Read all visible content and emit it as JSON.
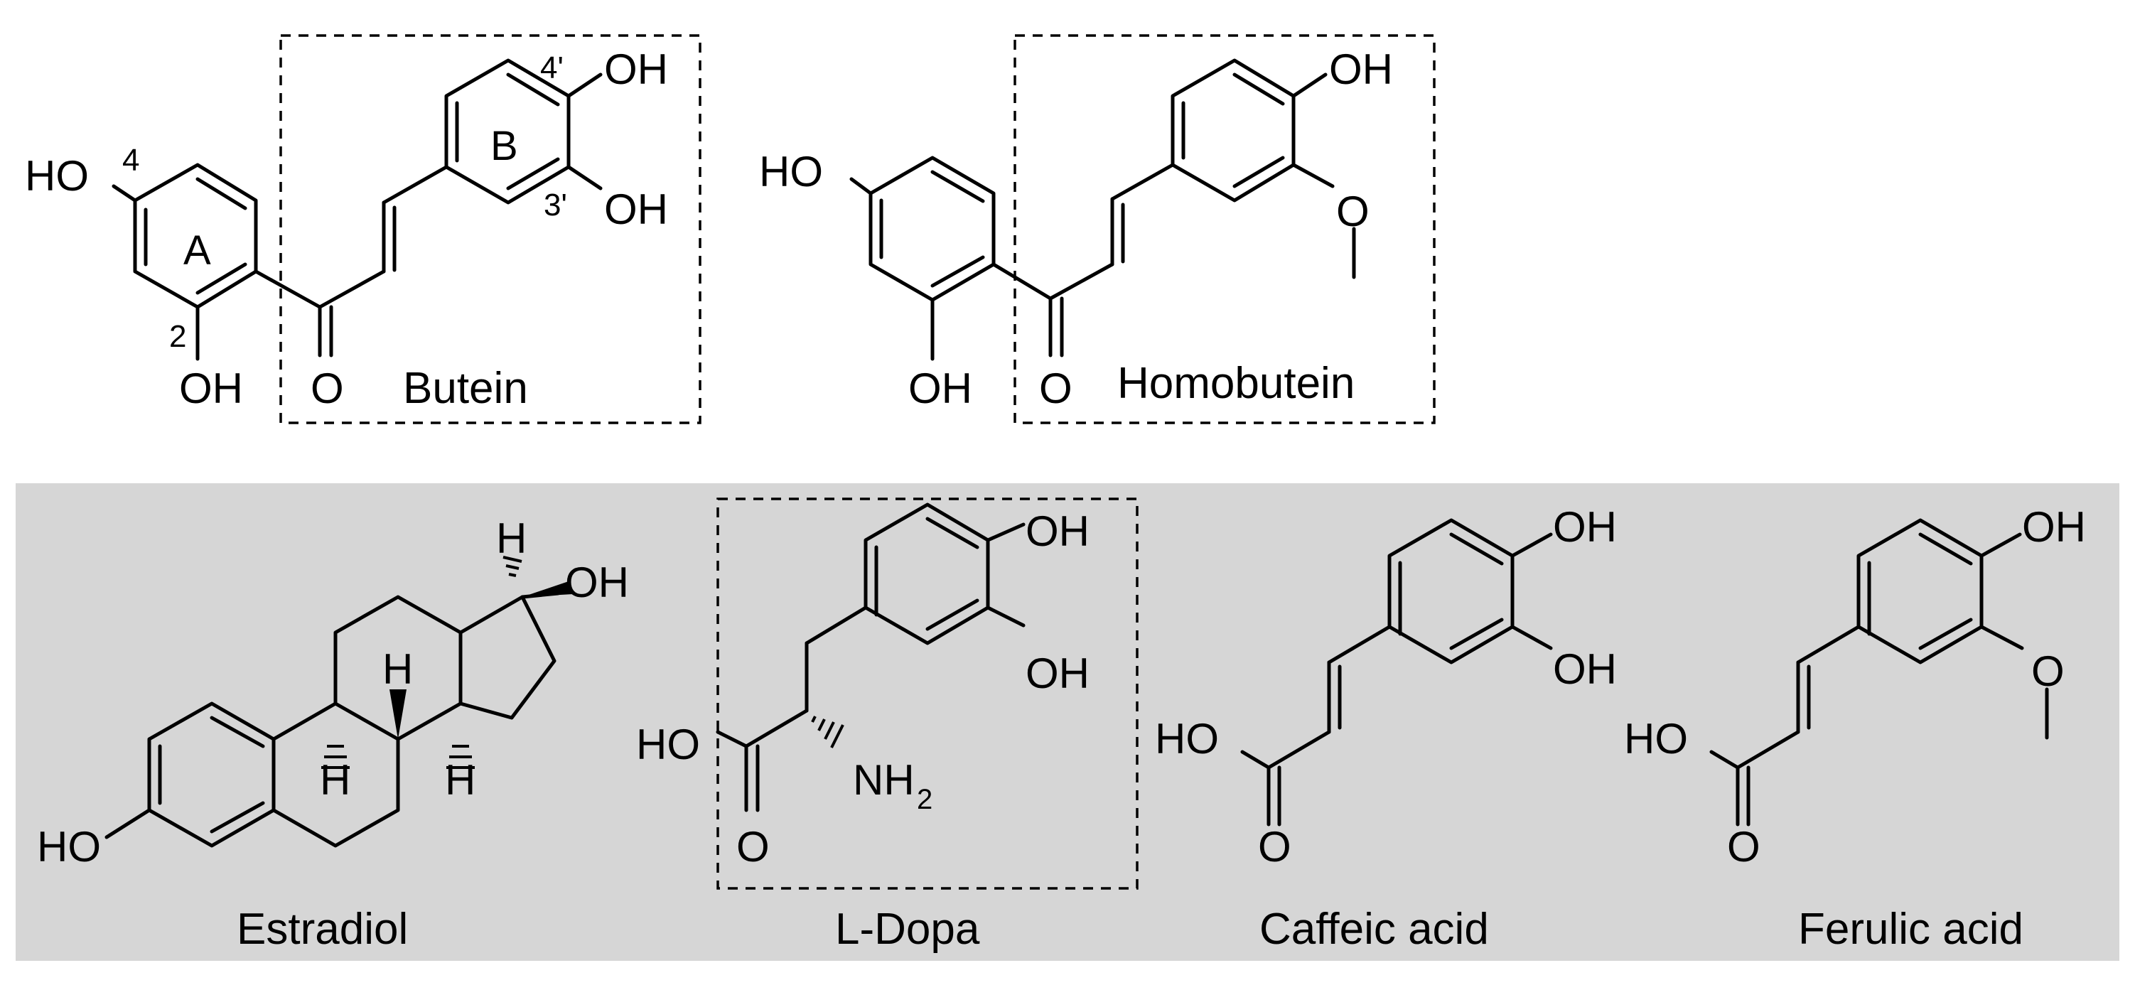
{
  "colors": {
    "panel_background": "#d6d6d6",
    "ink": "#000000",
    "page_background": "#ffffff"
  },
  "butein": {
    "name": "Butein",
    "ring_a": "A",
    "ring_b": "B",
    "pos_4": "4",
    "pos_2": "2",
    "pos_4p": "4'",
    "pos_3p": "3'",
    "oh_4": "HO",
    "oh_2": "OH",
    "oh_4p": "OH",
    "oh_3p": "OH",
    "carbonyl": "O"
  },
  "homobutein": {
    "name": "Homobutein",
    "oh_4": "HO",
    "oh_2": "OH",
    "oh_4p": "OH",
    "carbonyl": "O",
    "methoxy_o": "O"
  },
  "estradiol": {
    "name": "Estradiol",
    "oh_17": "OH",
    "h_17": "H",
    "h_8": "H",
    "h_9": "H",
    "h_14": "H",
    "oh_3": "HO"
  },
  "ldopa": {
    "name": "L-Dopa",
    "oh_4": "OH",
    "oh_3": "OH",
    "acid_ho": "HO",
    "carbonyl": "O",
    "amine": "NH",
    "amine_sub": "2"
  },
  "caffeic": {
    "name": "Caffeic acid",
    "oh_4": "OH",
    "oh_3": "OH",
    "acid_ho": "HO",
    "carbonyl": "O"
  },
  "ferulic": {
    "name": "Ferulic acid",
    "oh_4": "OH",
    "acid_ho": "HO",
    "carbonyl": "O",
    "methoxy_o": "O"
  }
}
